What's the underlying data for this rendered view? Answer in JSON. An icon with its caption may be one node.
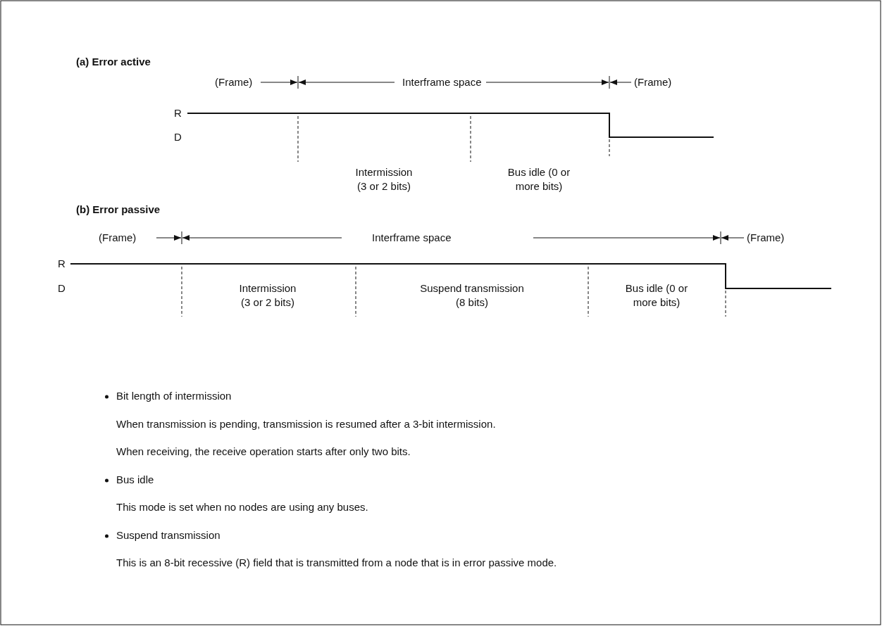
{
  "diagram": {
    "labels": [
      "(a)  Error active",
      "(Frame)",
      "Interframe space",
      "(Frame)",
      "R",
      "D",
      "Intermission (3 or 2 bits)",
      "Bus idle (0 or more bits)",
      "(b)  Error passive",
      "(Frame)",
      "Interframe space",
      "(Frame)",
      "R",
      "D",
      "Intermission (3 or 2 bits)",
      "Suspend transmission (8 bits)",
      "Bus idle (0 or more bits)",
      "Bit length of intermission",
      "When transmission is pending, transmission is resumed after a 3-bit intermission.",
      "When receiving, the receive operation starts after only two bits.",
      "Bus idle",
      "This mode is set when no nodes are using any buses.",
      "Suspend transmission",
      "This is an 8-bit recessive (R) field that is transmitted from a node that is in error passive mode."
    ]
  }
}
